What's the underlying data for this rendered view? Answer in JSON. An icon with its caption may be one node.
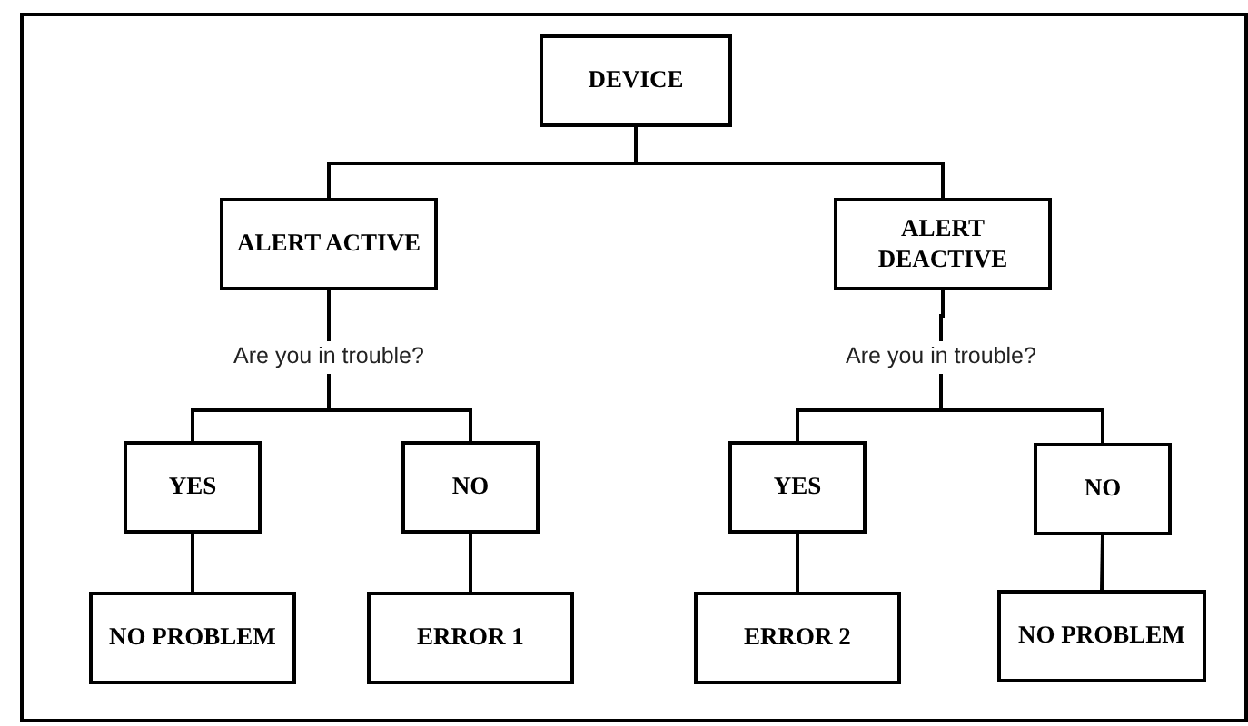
{
  "diagram": {
    "nodes": [
      {
        "text": [
          "DEVICE"
        ]
      },
      {
        "text": [
          "ALERT ACTIVE"
        ]
      },
      {
        "text": [
          "ALERT DEACTIVE"
        ]
      },
      {
        "text": [
          "Are you in trouble?"
        ]
      },
      {
        "text": [
          "Are you in trouble?"
        ]
      },
      {
        "text": [
          "YES"
        ]
      },
      {
        "text": [
          "NO"
        ]
      },
      {
        "text": [
          "YES"
        ]
      },
      {
        "text": [
          "NO"
        ]
      },
      {
        "text": [
          "NO PROBLEM"
        ]
      },
      {
        "text": [
          "ERROR 1"
        ]
      },
      {
        "text": [
          "ERROR 2"
        ]
      },
      {
        "text": [
          "NO PROBLEM"
        ]
      }
    ],
    "edges": [
      {
        "from": 0,
        "to": 1,
        "arrow": "none"
      },
      {
        "from": 0,
        "to": 2,
        "arrow": "none"
      },
      {
        "from": 1,
        "to": 3,
        "arrow": "none"
      },
      {
        "from": 2,
        "to": 4,
        "arrow": "none"
      },
      {
        "from": 3,
        "to": 5,
        "arrow": "none"
      },
      {
        "from": 3,
        "to": 6,
        "arrow": "none"
      },
      {
        "from": 4,
        "to": 7,
        "arrow": "none"
      },
      {
        "from": 4,
        "to": 8,
        "arrow": "none"
      },
      {
        "from": 5,
        "to": 9,
        "arrow": "none"
      },
      {
        "from": 6,
        "to": 10,
        "arrow": "none"
      },
      {
        "from": 7,
        "to": 11,
        "arrow": "none"
      },
      {
        "from": 8,
        "to": 12,
        "arrow": "none"
      }
    ]
  }
}
